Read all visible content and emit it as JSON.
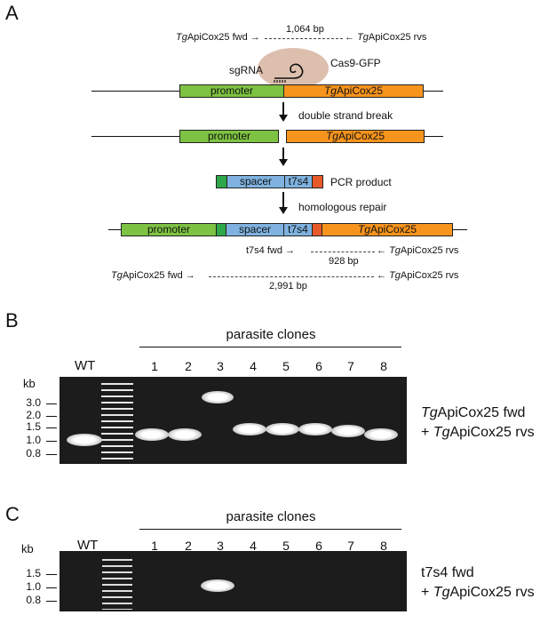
{
  "figure": {
    "panels": [
      "A",
      "B",
      "C"
    ]
  },
  "panel_a": {
    "top_primer_fwd_prefix": "Tg",
    "top_primer_fwd": "ApiCox25 fwd",
    "top_primer_rvs_prefix": "Tg",
    "top_primer_rvs": "ApiCox25 rvs",
    "top_product": "1,064 bp",
    "sgrna": "sgRNA",
    "cas9": "Cas9-GFP",
    "promoter": "promoter",
    "gene_prefix": "Tg",
    "gene": "ApiCox25",
    "step_dsb": "double strand break",
    "spacer": "spacer",
    "t7s4": "t7s4",
    "pcr_product": "PCR product",
    "step_hr": "homologous repair",
    "t7_fwd": "t7s4 fwd",
    "mid_product": "928 bp",
    "bottom_product": "2,991 bp",
    "colors": {
      "promoter": "#7dc242",
      "gene": "#f7941d",
      "spacer": "#7fb2e0",
      "green_end": "#2ea84a",
      "red_end": "#e85a2a"
    }
  },
  "panel_b": {
    "group_title": "parasite clones",
    "wt": "WT",
    "lanes": [
      "1",
      "2",
      "3",
      "4",
      "5",
      "6",
      "7",
      "8"
    ],
    "kb_label": "kb",
    "kb_ticks": [
      "3.0",
      "2.0",
      "1.5",
      "1.0",
      "0.8"
    ],
    "primer_line1_prefix": "Tg",
    "primer_line1": "ApiCox25 fwd",
    "primer_line2_prefix": "Tg",
    "primer_line2": "ApiCox25 rvs",
    "primer_line2_plus": "+ "
  },
  "panel_c": {
    "group_title": "parasite clones",
    "wt": "WT",
    "lanes": [
      "1",
      "2",
      "3",
      "4",
      "5",
      "6",
      "7",
      "8"
    ],
    "kb_label": "kb",
    "kb_ticks": [
      "1.5",
      "1.0",
      "0.8"
    ],
    "primer_line1": "t7s4 fwd",
    "primer_line2_prefix": "Tg",
    "primer_line2": "ApiCox25 rvs",
    "primer_line2_plus": "+ "
  }
}
